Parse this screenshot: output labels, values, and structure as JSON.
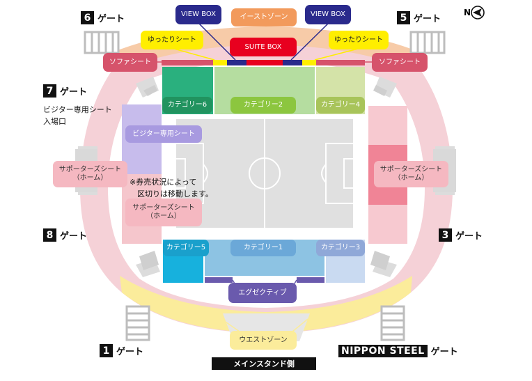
{
  "compass": {
    "label": "N"
  },
  "gates": {
    "g6": {
      "num": "6",
      "label": "ゲート"
    },
    "g5": {
      "num": "5",
      "label": "ゲート"
    },
    "g7": {
      "num": "7",
      "label": "ゲート"
    },
    "g8": {
      "num": "8",
      "label": "ゲート"
    },
    "g3": {
      "num": "3",
      "label": "ゲート"
    },
    "g1": {
      "num": "1",
      "label": "ゲート"
    },
    "gns": {
      "num": "NIPPON STEEL",
      "label": "ゲート"
    }
  },
  "visitor_entrance": "ビジター専用シート\n入場口",
  "notice": "※券売状況によって\n　区切りは移動します。",
  "main_stand": "メインスタンド側",
  "seats": {
    "view_box_left": "VIEW BOX",
    "east_zone": "イーストゾーン",
    "view_box_right": "VIEW BOX",
    "yuttari_left": "ゆったりシート",
    "suite_box": "SUITE BOX",
    "yuttari_right": "ゆったりシート",
    "sofa_left": "ソファシート",
    "sofa_right": "ソファシート",
    "cat6": "カテゴリー6",
    "cat2": "カテゴリー2",
    "cat4": "カテゴリー4",
    "visitor": "ビジター専用シート",
    "supporters_left": "サポーターズシート\n（ホーム）",
    "supporters_mid": "サポーターズシート\n（ホーム）",
    "supporters_right": "サポーターズシート\n（ホーム）",
    "cat5": "カテゴリー5",
    "cat1": "カテゴリー1",
    "cat3": "カテゴリー3",
    "executive": "エグゼクティブ",
    "west_zone": "ウエストゾーン"
  }
}
